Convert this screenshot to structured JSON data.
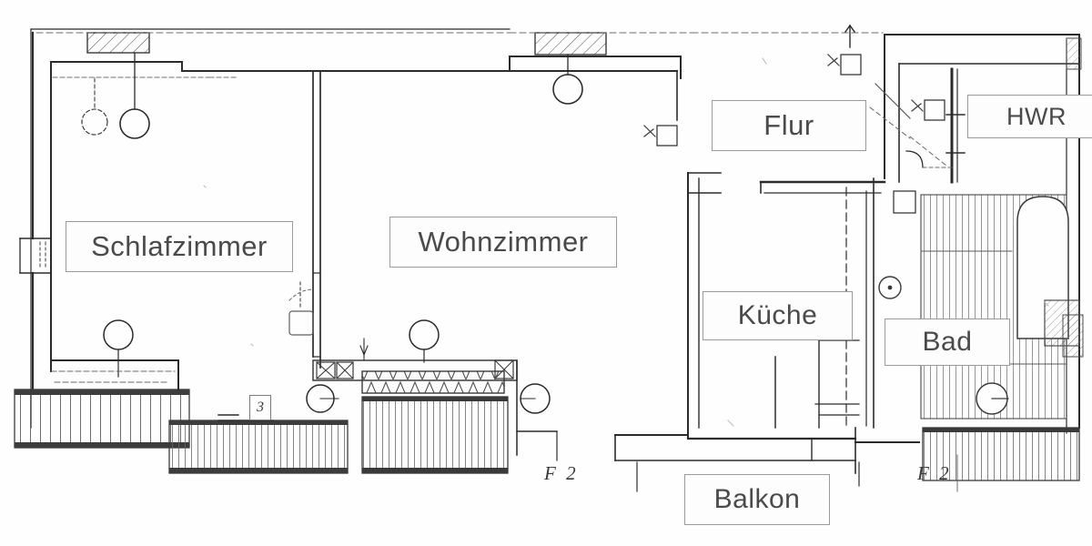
{
  "document": {
    "kind": "floor-plan-scan",
    "language": "de",
    "north_arrow": "↑"
  },
  "rooms": [
    {
      "id": "schlafzimmer",
      "label": "Schlafzimmer"
    },
    {
      "id": "wohnzimmer",
      "label": "Wohnzimmer"
    },
    {
      "id": "flur",
      "label": "Flur"
    },
    {
      "id": "hwr",
      "label": "HWR"
    },
    {
      "id": "kueche",
      "label": "Küche"
    },
    {
      "id": "bad",
      "label": "Bad"
    },
    {
      "id": "balkon",
      "label": "Balkon"
    }
  ],
  "annotations": {
    "f2_left": "F 2",
    "f2_right": "F 2",
    "detail_three": "3"
  },
  "colors": {
    "paper": "#fefefe",
    "ink": "#2b2b2b",
    "ink_light": "#8d8d8d",
    "label_border": "#9a9a9a",
    "label_text": "#4a4a4a",
    "label_fill": "#fdfdfd"
  }
}
